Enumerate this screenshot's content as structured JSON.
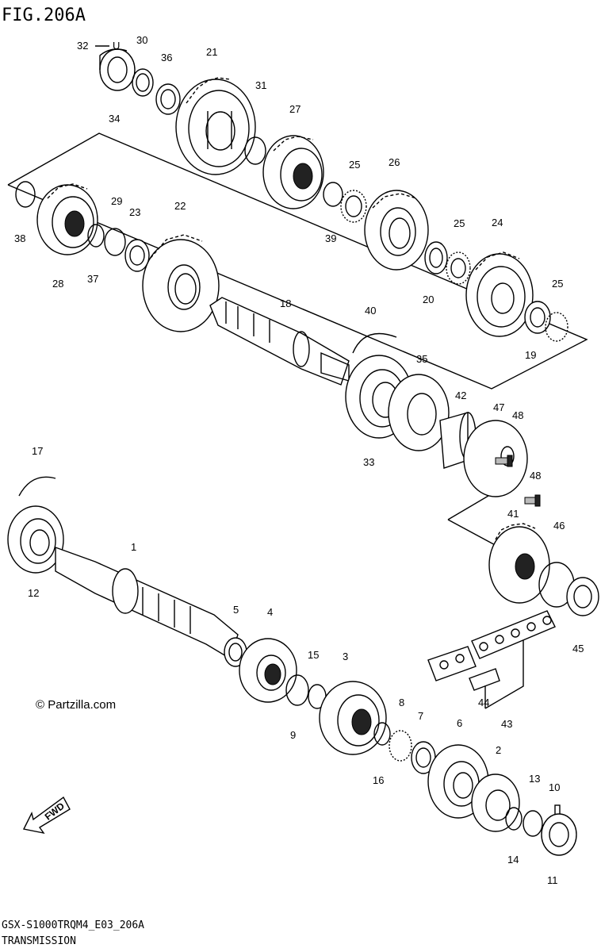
{
  "figure_title": "FIG.206A",
  "footer_code": "GSX-S1000TRQM4_E03_206A",
  "footer_name": "TRANSMISSION",
  "copyright": "© Partzilla.com",
  "fwd_label": "FWD",
  "part_labels": {
    "p1": "1",
    "p2": "2",
    "p3": "3",
    "p4": "4",
    "p5": "5",
    "p6": "6",
    "p7": "7",
    "p8": "8",
    "p9": "9",
    "p10": "10",
    "p11": "11",
    "p12": "12",
    "p13": "13",
    "p14": "14",
    "p15": "15",
    "p16": "16",
    "p17": "17",
    "p18": "18",
    "p19": "19",
    "p20": "20",
    "p21": "21",
    "p22": "22",
    "p23": "23",
    "p24": "24",
    "p25a": "25",
    "p25b": "25",
    "p25c": "25",
    "p26": "26",
    "p27": "27",
    "p28": "28",
    "p29": "29",
    "p30": "30",
    "p31": "31",
    "p32": "32",
    "p33": "33",
    "p34": "34",
    "p35": "35",
    "p36": "36",
    "p37": "37",
    "p38": "38",
    "p39": "39",
    "p40": "40",
    "p41": "41",
    "p42": "42",
    "p43": "43",
    "p44": "44",
    "p45": "45",
    "p46": "46",
    "p47": "47",
    "p48a": "48",
    "p48b": "48",
    "u_mark": "U"
  }
}
